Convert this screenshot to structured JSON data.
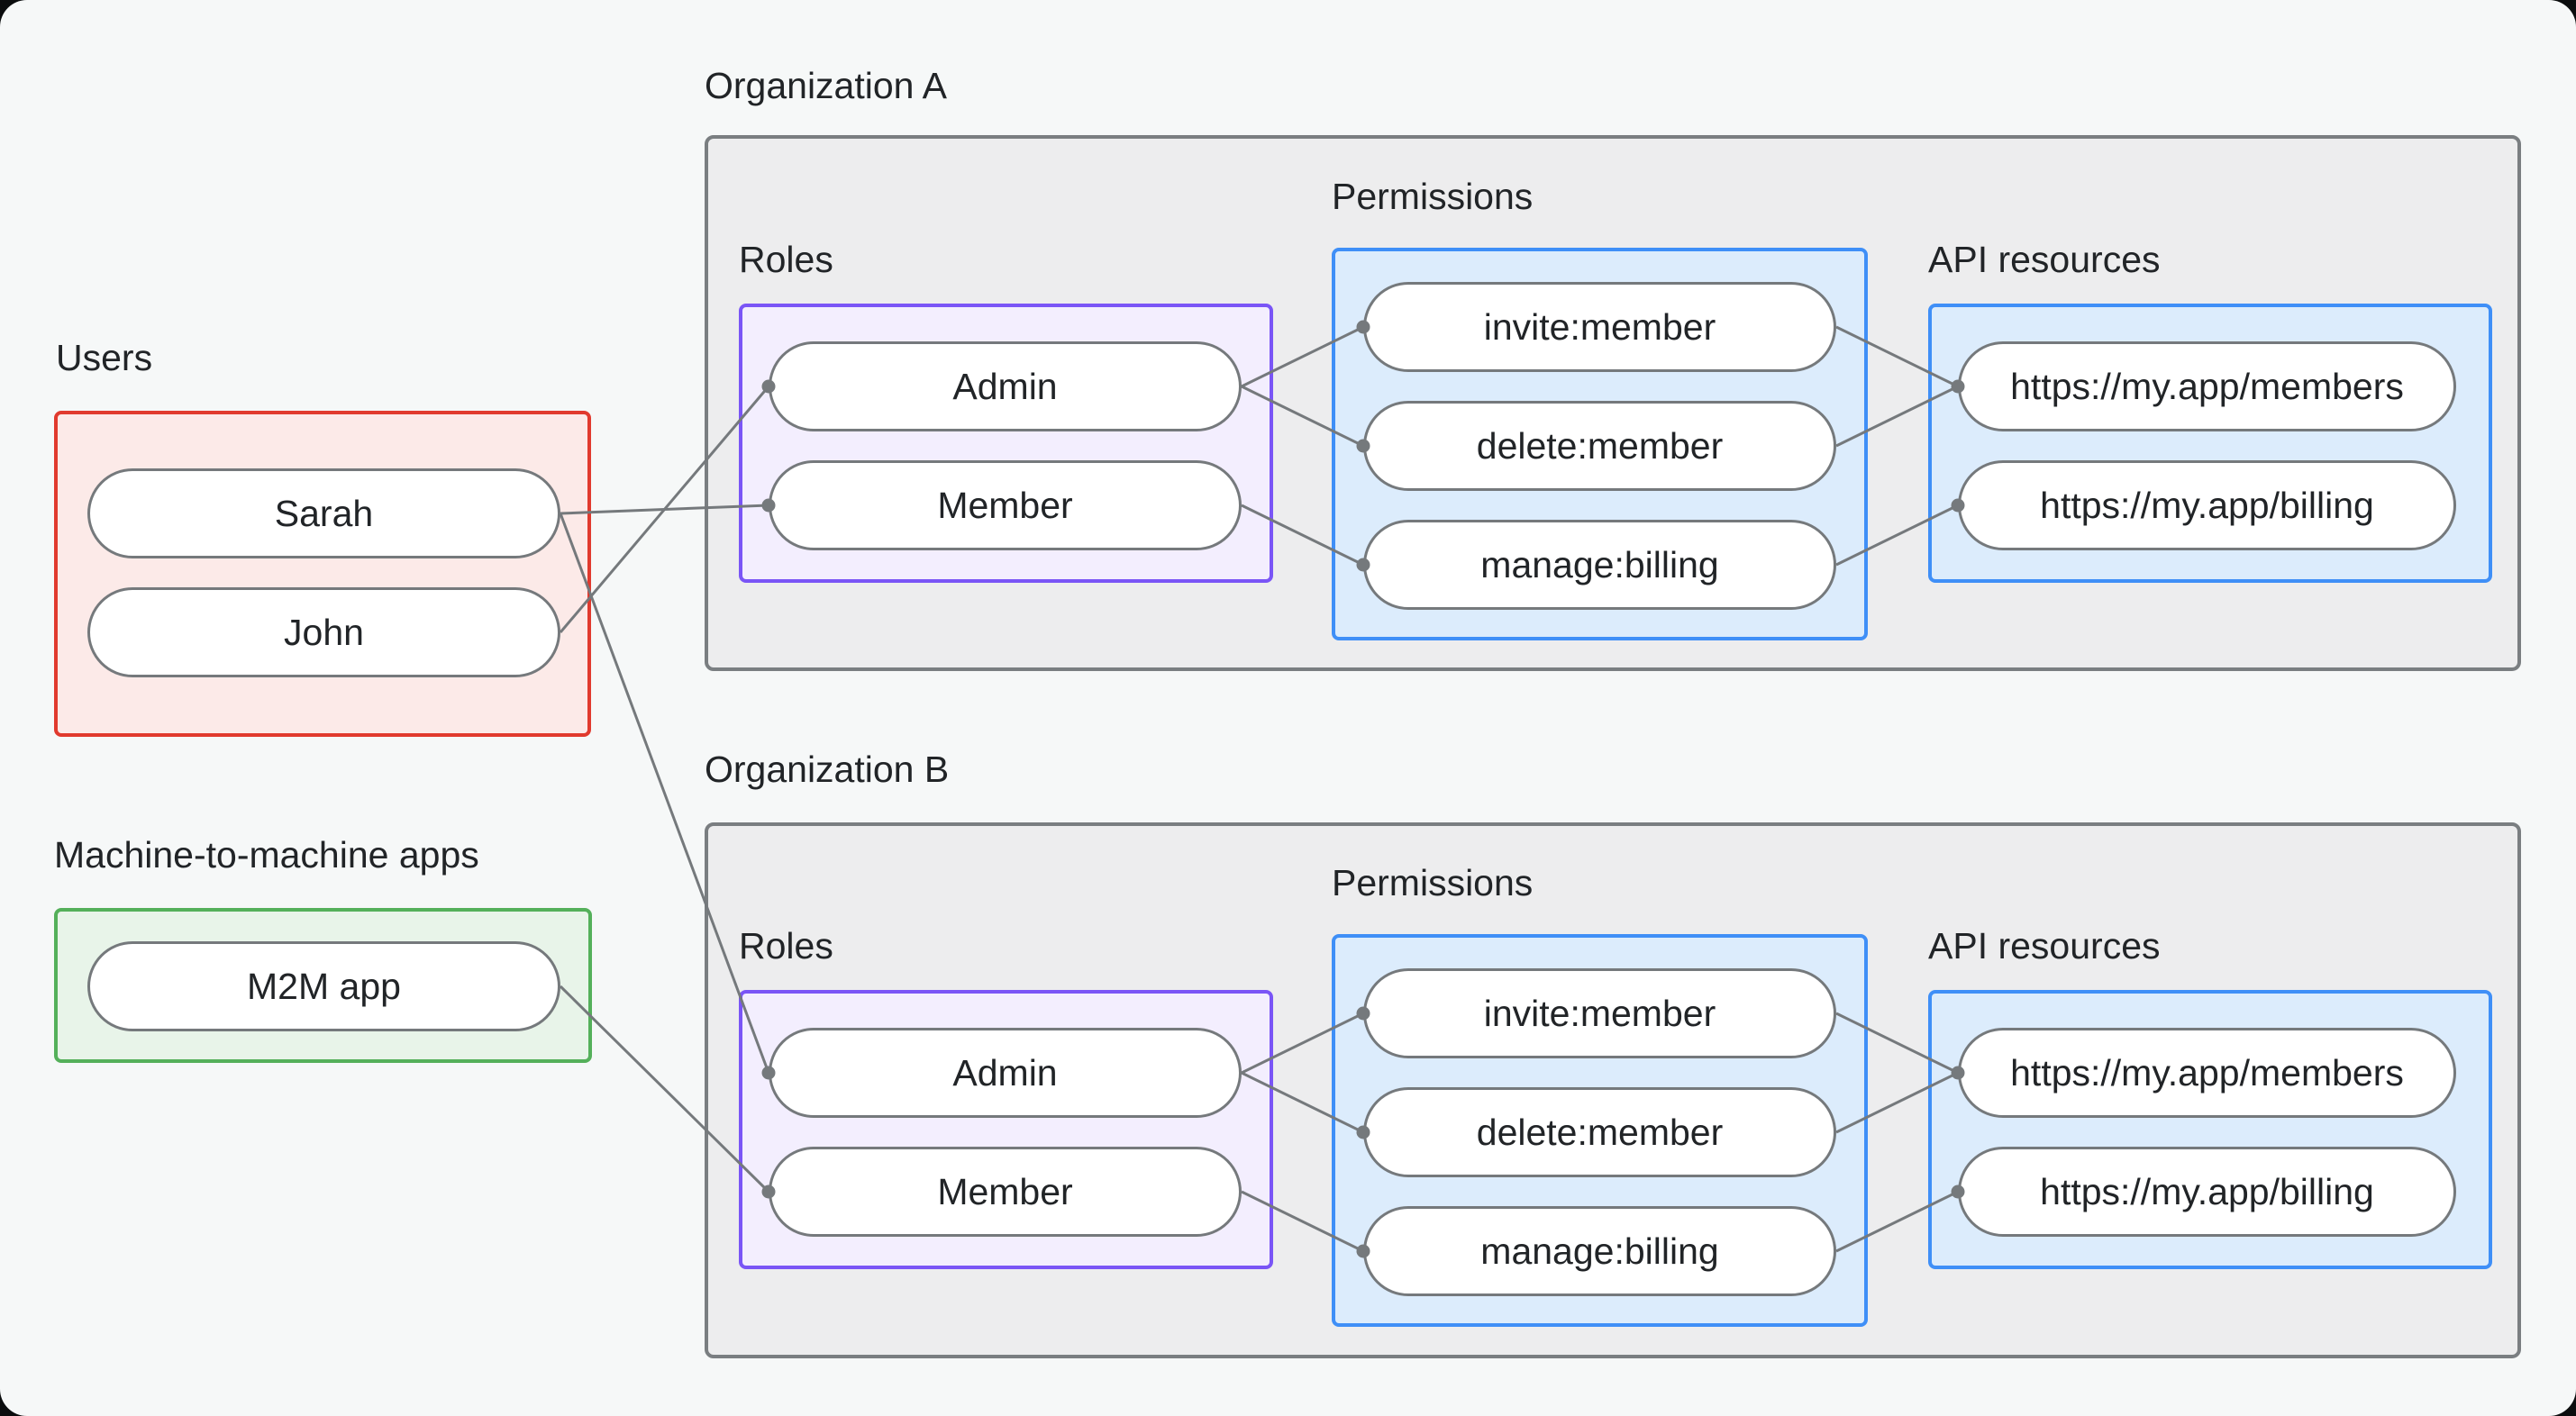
{
  "palette": {
    "page_background": "#f6f8f8",
    "org_box_fill": "#ededee",
    "org_box_border": "#7a7e81",
    "users_box_fill": "#fceae8",
    "users_box_border": "#e13a2e",
    "m2m_box_fill": "#e8f4e9",
    "m2m_box_border": "#54b05a",
    "roles_box_fill": "#f3eefe",
    "roles_box_border": "#7a55f6",
    "blue_box_fill": "#dcecfc",
    "blue_box_border": "#3f8ff7",
    "pill_fill": "#ffffff",
    "pill_border": "#75797c",
    "edge_color": "#75797c",
    "text_color": "#212427"
  },
  "users": {
    "label": "Users",
    "items": [
      {
        "label": "Sarah"
      },
      {
        "label": "John"
      }
    ]
  },
  "m2m": {
    "label": "Machine-to-machine apps",
    "items": [
      {
        "label": "M2M app"
      }
    ]
  },
  "orgs": [
    {
      "label": "Organization A",
      "roles": {
        "label": "Roles",
        "items": [
          "Admin",
          "Member"
        ]
      },
      "permissions": {
        "label": "Permissions",
        "items": [
          "invite:member",
          "delete:member",
          "manage:billing"
        ]
      },
      "api": {
        "label": "API resources",
        "items": [
          "https://my.app/members",
          "https://my.app/billing"
        ]
      }
    },
    {
      "label": "Organization B",
      "roles": {
        "label": "Roles",
        "items": [
          "Admin",
          "Member"
        ]
      },
      "permissions": {
        "label": "Permissions",
        "items": [
          "invite:member",
          "delete:member",
          "manage:billing"
        ]
      },
      "api": {
        "label": "API resources",
        "items": [
          "https://my.app/members",
          "https://my.app/billing"
        ]
      }
    }
  ],
  "edges": [
    {
      "from": "Sarah",
      "to": "Organization A / Member"
    },
    {
      "from": "Sarah",
      "to": "Organization B / Admin"
    },
    {
      "from": "John",
      "to": "Organization A / Admin"
    },
    {
      "from": "M2M app",
      "to": "Organization B / Member"
    },
    {
      "from": "Organization A / Admin",
      "to": "Organization A / invite:member"
    },
    {
      "from": "Organization A / Admin",
      "to": "Organization A / delete:member"
    },
    {
      "from": "Organization A / Member",
      "to": "Organization A / manage:billing"
    },
    {
      "from": "Organization A / invite:member",
      "to": "Organization A / https://my.app/members"
    },
    {
      "from": "Organization A / delete:member",
      "to": "Organization A / https://my.app/members"
    },
    {
      "from": "Organization A / manage:billing",
      "to": "Organization A / https://my.app/billing"
    },
    {
      "from": "Organization B / Admin",
      "to": "Organization B / invite:member"
    },
    {
      "from": "Organization B / Admin",
      "to": "Organization B / delete:member"
    },
    {
      "from": "Organization B / Member",
      "to": "Organization B / manage:billing"
    },
    {
      "from": "Organization B / invite:member",
      "to": "Organization B / https://my.app/members"
    },
    {
      "from": "Organization B / delete:member",
      "to": "Organization B / https://my.app/members"
    },
    {
      "from": "Organization B / manage:billing",
      "to": "Organization B / https://my.app/billing"
    }
  ]
}
